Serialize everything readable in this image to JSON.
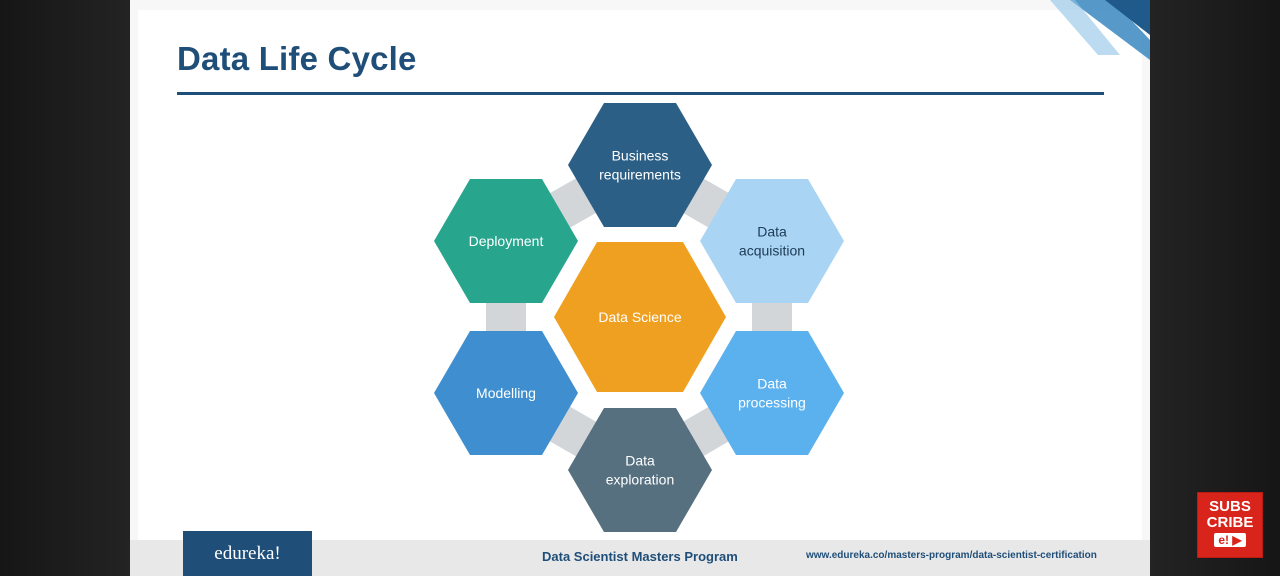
{
  "slide": {
    "title": "Data Life Cycle",
    "center": "Data Science",
    "stages": [
      {
        "id": "business",
        "line1": "Business",
        "line2": "requirements",
        "color": "#2c5f86",
        "text_color": "#ffffff"
      },
      {
        "id": "acquisition",
        "line1": "Data",
        "line2": "acquisition",
        "color": "#a9d4f3",
        "text_color": "#1d3b55"
      },
      {
        "id": "processing",
        "line1": "Data",
        "line2": "processing",
        "color": "#5bb1ee",
        "text_color": "#ffffff"
      },
      {
        "id": "exploration",
        "line1": "Data",
        "line2": "exploration",
        "color": "#56707f",
        "text_color": "#ffffff"
      },
      {
        "id": "modelling",
        "line1": "Modelling",
        "line2": "",
        "color": "#3f8fd0",
        "text_color": "#ffffff"
      },
      {
        "id": "deployment",
        "line1": "Deployment",
        "line2": "",
        "color": "#27a58d",
        "text_color": "#ffffff"
      }
    ],
    "center_color": "#f0a020",
    "connector_color": "#d2d6d9",
    "accent": "#1f4e79"
  },
  "footer": {
    "brand": "edureka!",
    "program": "Data Scientist Masters Program",
    "url": "www.edureka.co/masters-program/data-scientist-certification"
  },
  "subscribe": {
    "line1": "SUBS",
    "line2": "CRIBE",
    "brand": "e!",
    "icon": "play-icon"
  }
}
